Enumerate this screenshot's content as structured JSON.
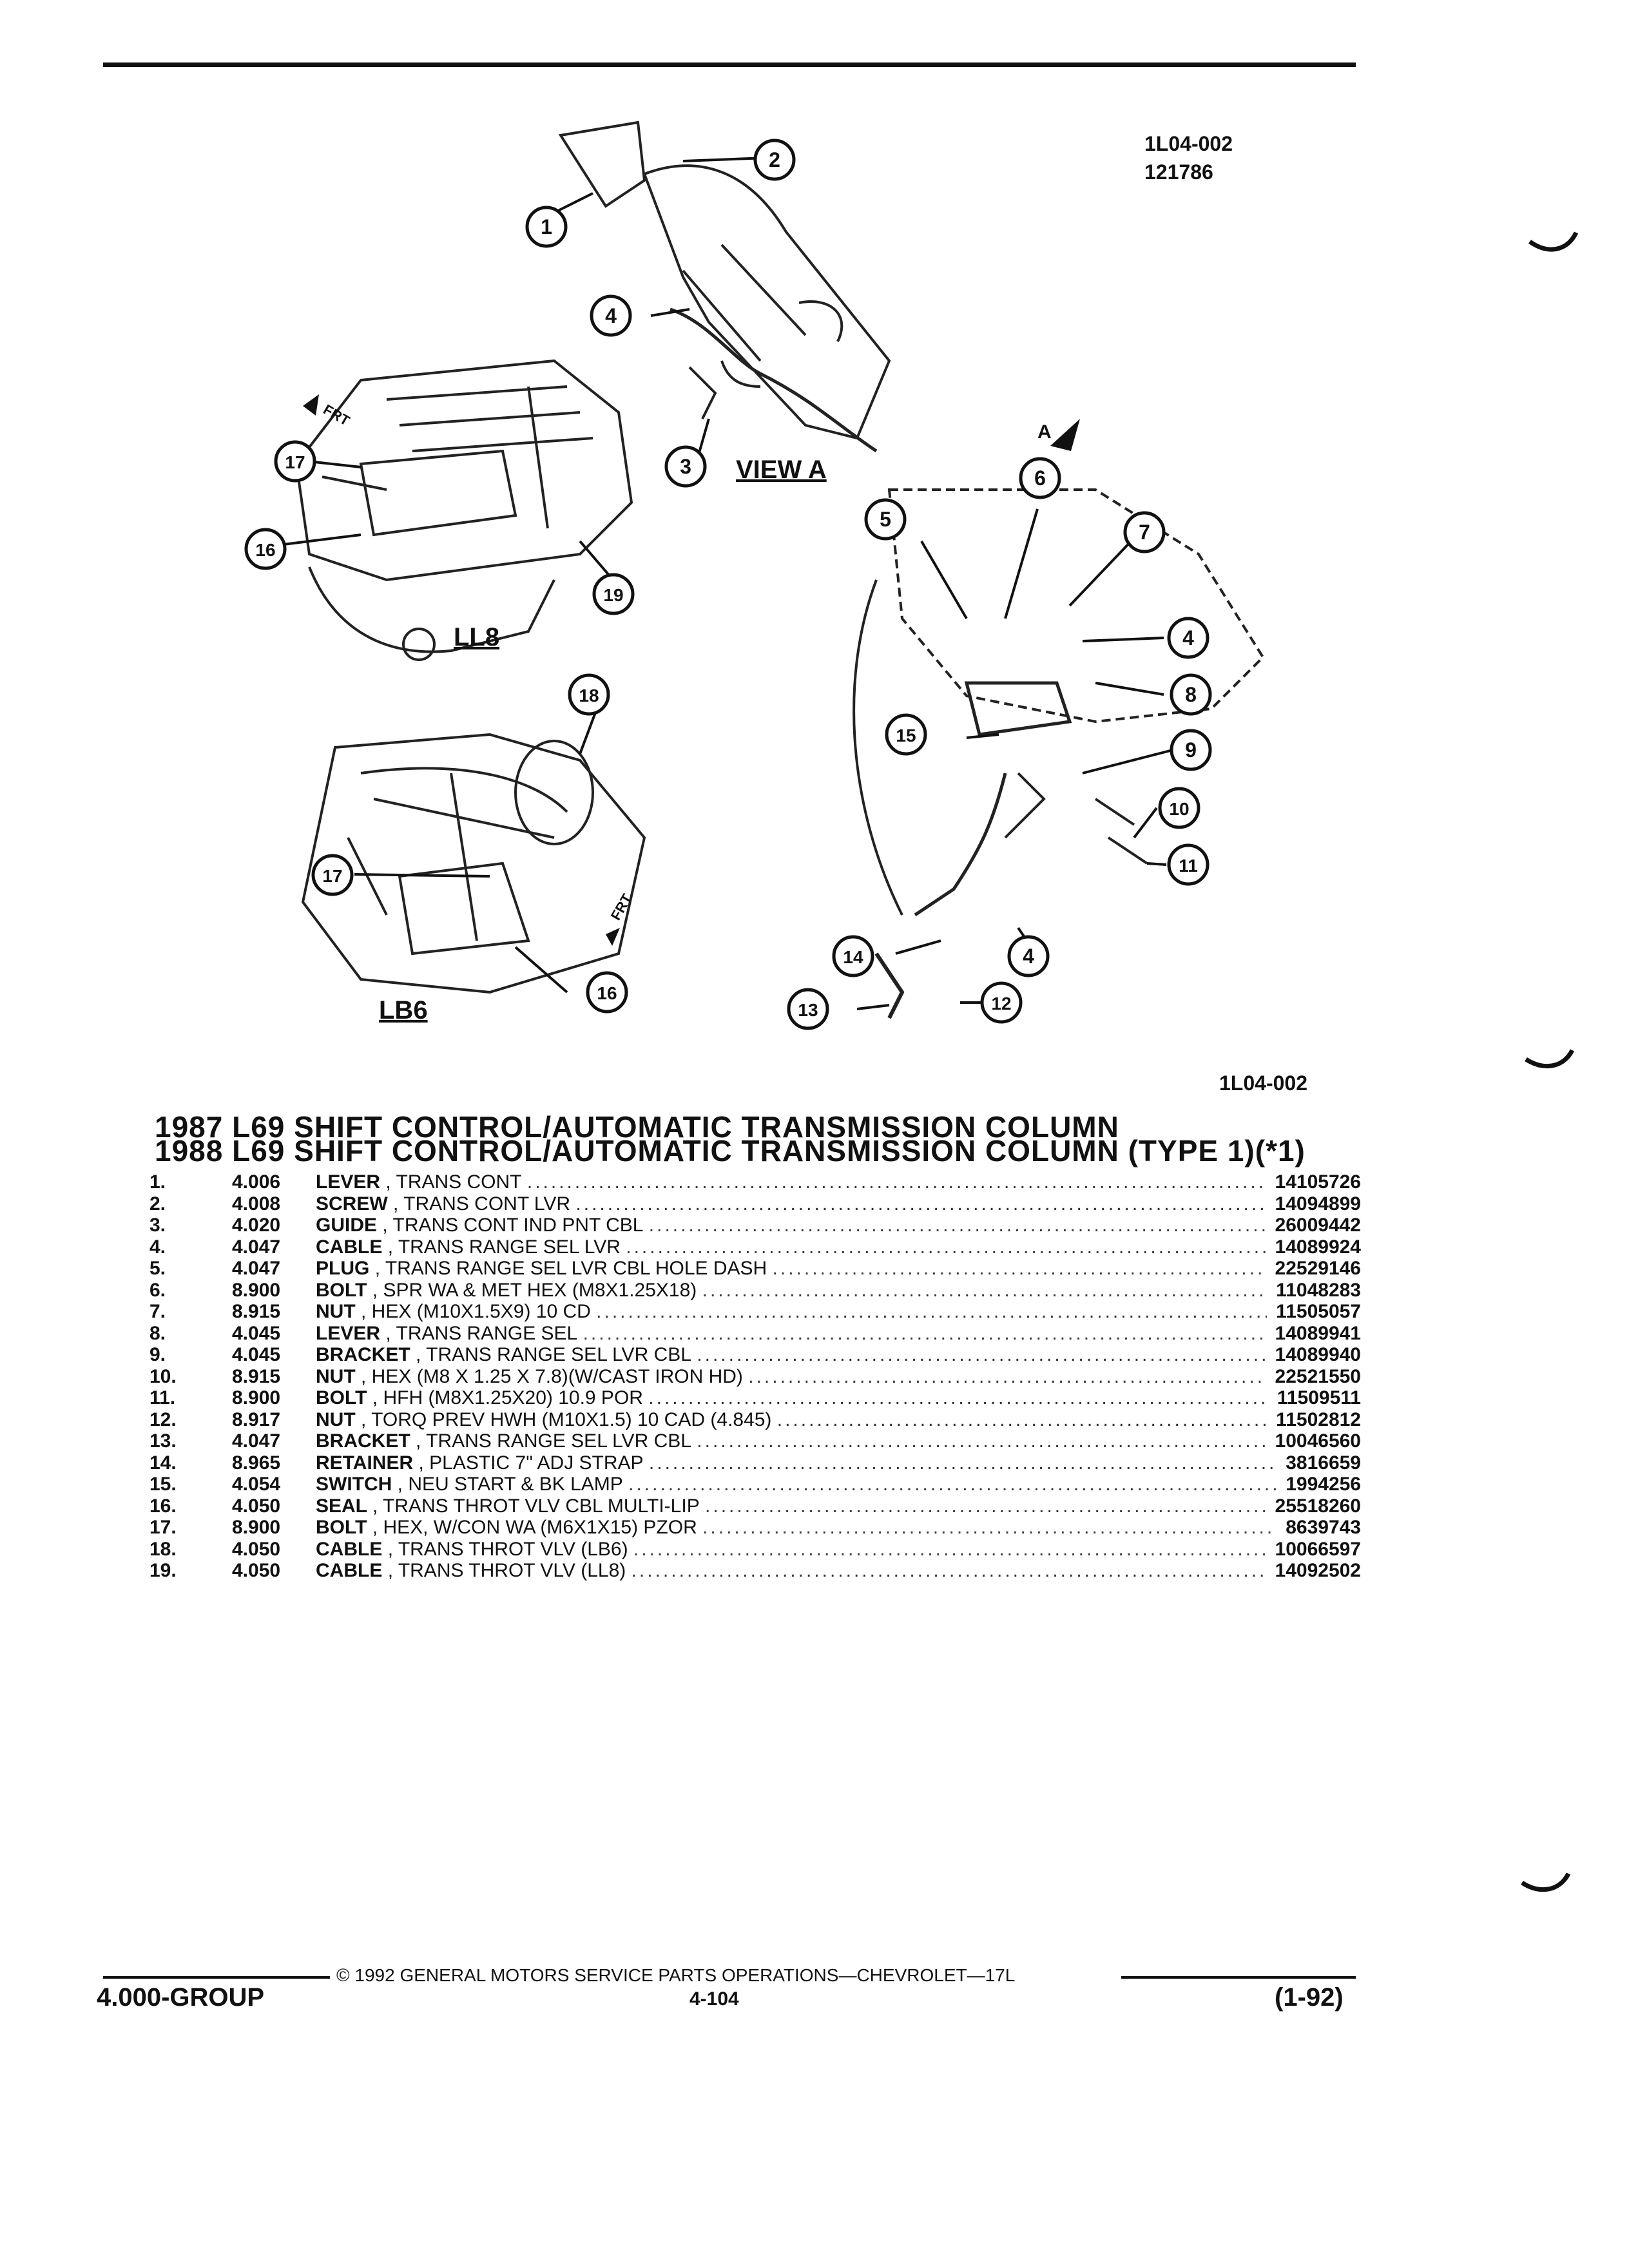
{
  "figure": {
    "ref_code": "1L04-002",
    "ref_date": "121786",
    "bottom_ref": "1L04-002",
    "labels": {
      "view_a": "VIEW A",
      "ll8": "LL8",
      "lb6": "LB6",
      "frt": "FRT",
      "a": "A"
    },
    "callouts": [
      "1",
      "2",
      "3",
      "4",
      "4",
      "4",
      "5",
      "6",
      "7",
      "8",
      "9",
      "10",
      "11",
      "12",
      "13",
      "14",
      "15",
      "16",
      "16",
      "17",
      "17",
      "18",
      "19"
    ]
  },
  "headings": {
    "line1": "1987 L69 SHIFT CONTROL/AUTOMATIC TRANSMISSION COLUMN",
    "line2": "1988 L69 SHIFT CONTROL/AUTOMATIC TRANSMISSION COLUMN (TYPE 1)(*1)"
  },
  "parts": [
    {
      "no": "1.",
      "code": "4.006",
      "name": "LEVER",
      "desc": ", TRANS CONT",
      "pn": "14105726"
    },
    {
      "no": "2.",
      "code": "4.008",
      "name": "SCREW",
      "desc": ", TRANS CONT LVR",
      "pn": "14094899"
    },
    {
      "no": "3.",
      "code": "4.020",
      "name": "GUIDE",
      "desc": ", TRANS CONT IND PNT CBL",
      "pn": "26009442"
    },
    {
      "no": "4.",
      "code": "4.047",
      "name": "CABLE",
      "desc": ", TRANS RANGE SEL LVR",
      "pn": "14089924"
    },
    {
      "no": "5.",
      "code": "4.047",
      "name": "PLUG",
      "desc": ", TRANS RANGE SEL LVR CBL HOLE DASH",
      "pn": "22529146"
    },
    {
      "no": "6.",
      "code": "8.900",
      "name": "BOLT",
      "desc": ", SPR WA & MET HEX (M8X1.25X18)",
      "pn": "11048283"
    },
    {
      "no": "7.",
      "code": "8.915",
      "name": "NUT",
      "desc": ", HEX (M10X1.5X9) 10 CD",
      "pn": "11505057"
    },
    {
      "no": "8.",
      "code": "4.045",
      "name": "LEVER",
      "desc": ", TRANS RANGE SEL",
      "pn": "14089941"
    },
    {
      "no": "9.",
      "code": "4.045",
      "name": "BRACKET",
      "desc": ", TRANS RANGE SEL LVR CBL",
      "pn": "14089940"
    },
    {
      "no": "10.",
      "code": "8.915",
      "name": "NUT",
      "desc": ", HEX (M8 X 1.25 X 7.8)(W/CAST IRON HD)",
      "pn": "22521550"
    },
    {
      "no": "11.",
      "code": "8.900",
      "name": "BOLT",
      "desc": ", HFH (M8X1.25X20) 10.9 POR",
      "pn": "11509511"
    },
    {
      "no": "12.",
      "code": "8.917",
      "name": "NUT",
      "desc": ", TORQ PREV HWH (M10X1.5) 10 CAD (4.845)",
      "pn": "11502812"
    },
    {
      "no": "13.",
      "code": "4.047",
      "name": "BRACKET",
      "desc": ", TRANS RANGE SEL LVR CBL",
      "pn": "10046560"
    },
    {
      "no": "14.",
      "code": "8.965",
      "name": "RETAINER",
      "desc": ", PLASTIC 7\" ADJ STRAP",
      "pn": "3816659"
    },
    {
      "no": "15.",
      "code": "4.054",
      "name": "SWITCH",
      "desc": ", NEU START & BK LAMP",
      "pn": "1994256"
    },
    {
      "no": "16.",
      "code": "4.050",
      "name": "SEAL",
      "desc": ", TRANS THROT VLV CBL MULTI-LIP",
      "pn": "25518260"
    },
    {
      "no": "17.",
      "code": "8.900",
      "name": "BOLT",
      "desc": ", HEX, W/CON WA (M6X1X15) PZOR",
      "pn": "8639743"
    },
    {
      "no": "18.",
      "code": "4.050",
      "name": "CABLE",
      "desc": ", TRANS THROT VLV (LB6)",
      "pn": "10066597"
    },
    {
      "no": "19.",
      "code": "4.050",
      "name": "CABLE",
      "desc": ", TRANS THROT VLV (LL8)",
      "pn": "14092502"
    }
  ],
  "footer": {
    "copyright": "© 1992 GENERAL MOTORS SERVICE PARTS OPERATIONS—CHEVROLET—17L",
    "group": "4.000-GROUP",
    "page": "4-104",
    "revision": "(1-92)"
  }
}
